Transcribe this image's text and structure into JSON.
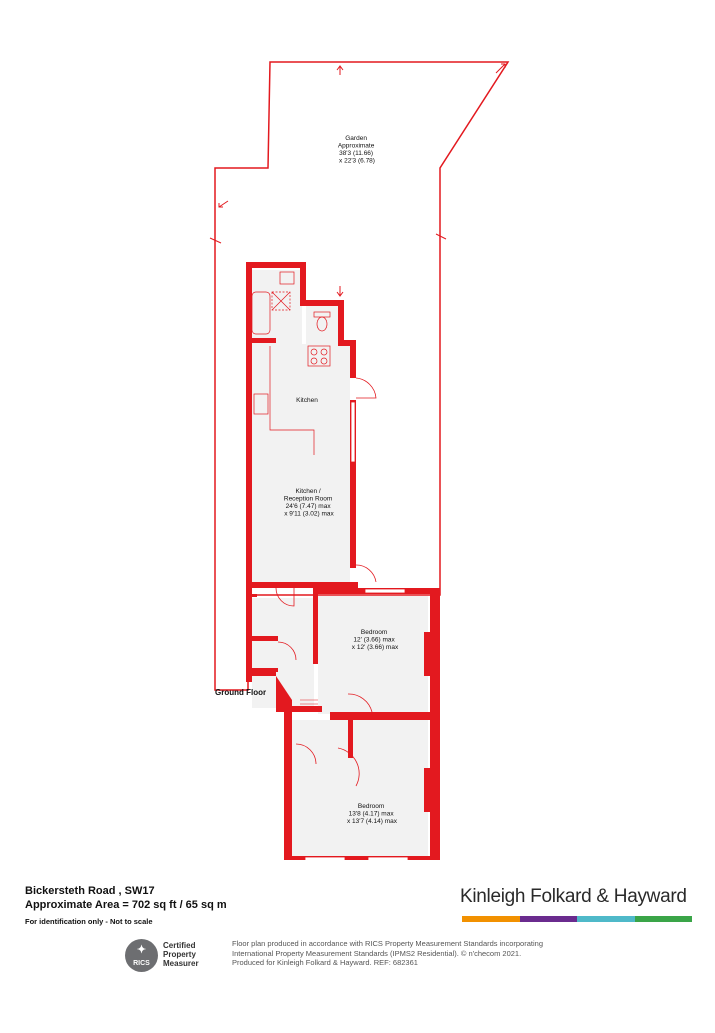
{
  "floor_plan": {
    "floor_name": "Ground Floor",
    "rooms": [
      {
        "id": "garden",
        "lines": [
          "Garden",
          "Approximate",
          "38'3 (11.66)",
          "x 22'3 (6.78)"
        ]
      },
      {
        "id": "kitchen",
        "lines": [
          "Kitchen"
        ]
      },
      {
        "id": "kitchen-reception",
        "lines": [
          "Kitchen /",
          "Reception Room",
          "24'6 (7.47) max",
          "x 9'11 (3.02) max"
        ]
      },
      {
        "id": "bedroom-1",
        "lines": [
          "Bedroom",
          "12' (3.66) max",
          "x 12' (3.66) max"
        ]
      },
      {
        "id": "bedroom-2",
        "lines": [
          "Bedroom",
          "13'8 (4.17) max",
          "x 13'7 (4.14) max"
        ]
      }
    ],
    "colors": {
      "wall": "#e3191f",
      "floor": "#f2f2f2",
      "outline": "#e3191f"
    }
  },
  "property": {
    "address": "Bickersteth Road , SW17",
    "area": "Approximate Area = 702 sq ft / 65 sq m",
    "disclaimer": "For identification only - Not to scale"
  },
  "brand": {
    "name": "Kinleigh Folkard & Hayward",
    "stripe_colors": [
      "#f29100",
      "#6a2b8e",
      "#4fb9c9",
      "#3aa548"
    ]
  },
  "rics": {
    "mark": "RICS",
    "badge_lines": [
      "Certified",
      "Property",
      "Measurer"
    ]
  },
  "credits": {
    "line1": "Floor plan produced in accordance with RICS Property Measurement Standards incorporating",
    "line2": "International Property Measurement Standards (IPMS2 Residential).  © n'checom 2021.",
    "line3": "Produced for Kinleigh Folkard & Hayward.  REF: 682361"
  }
}
